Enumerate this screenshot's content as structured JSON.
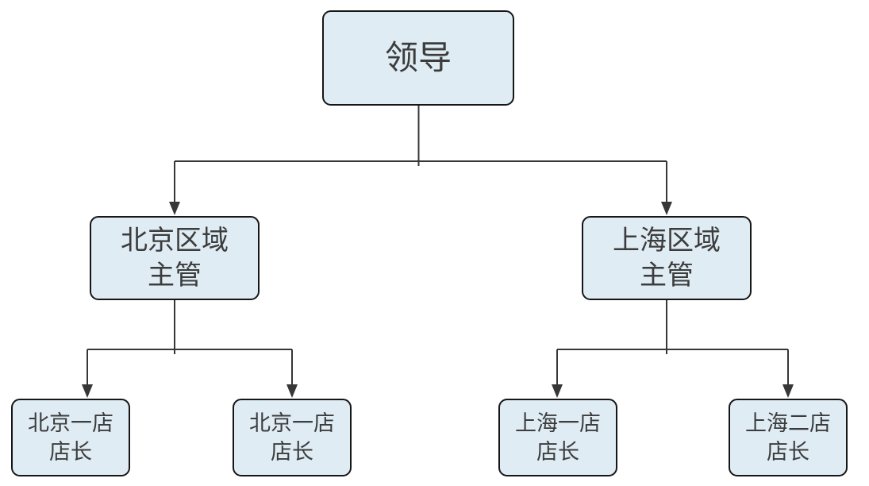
{
  "diagram": {
    "type": "org-chart",
    "background_color": "#ffffff",
    "node_fill_color": "#dfecf4",
    "node_border_color": "#161616",
    "connector_color": "#373737",
    "text_color": "#3c3c3c",
    "nodes": [
      {
        "id": "leader",
        "lines": [
          "领导"
        ]
      },
      {
        "id": "beijing-supervisor",
        "lines": [
          "北京区域",
          "主管"
        ]
      },
      {
        "id": "shanghai-supervisor",
        "lines": [
          "上海区域",
          "主管"
        ]
      },
      {
        "id": "beijing-store-a",
        "lines": [
          "北京一店",
          "店长"
        ]
      },
      {
        "id": "beijing-store-b",
        "lines": [
          "北京一店",
          "店长"
        ]
      },
      {
        "id": "shanghai-store-1",
        "lines": [
          "上海一店",
          "店长"
        ]
      },
      {
        "id": "shanghai-store-2",
        "lines": [
          "上海二店",
          "店长"
        ]
      }
    ],
    "edges": [
      {
        "from": "leader",
        "to": "beijing-supervisor"
      },
      {
        "from": "leader",
        "to": "shanghai-supervisor"
      },
      {
        "from": "beijing-supervisor",
        "to": "beijing-store-a"
      },
      {
        "from": "beijing-supervisor",
        "to": "beijing-store-b"
      },
      {
        "from": "shanghai-supervisor",
        "to": "shanghai-store-1"
      },
      {
        "from": "shanghai-supervisor",
        "to": "shanghai-store-2"
      }
    ]
  }
}
